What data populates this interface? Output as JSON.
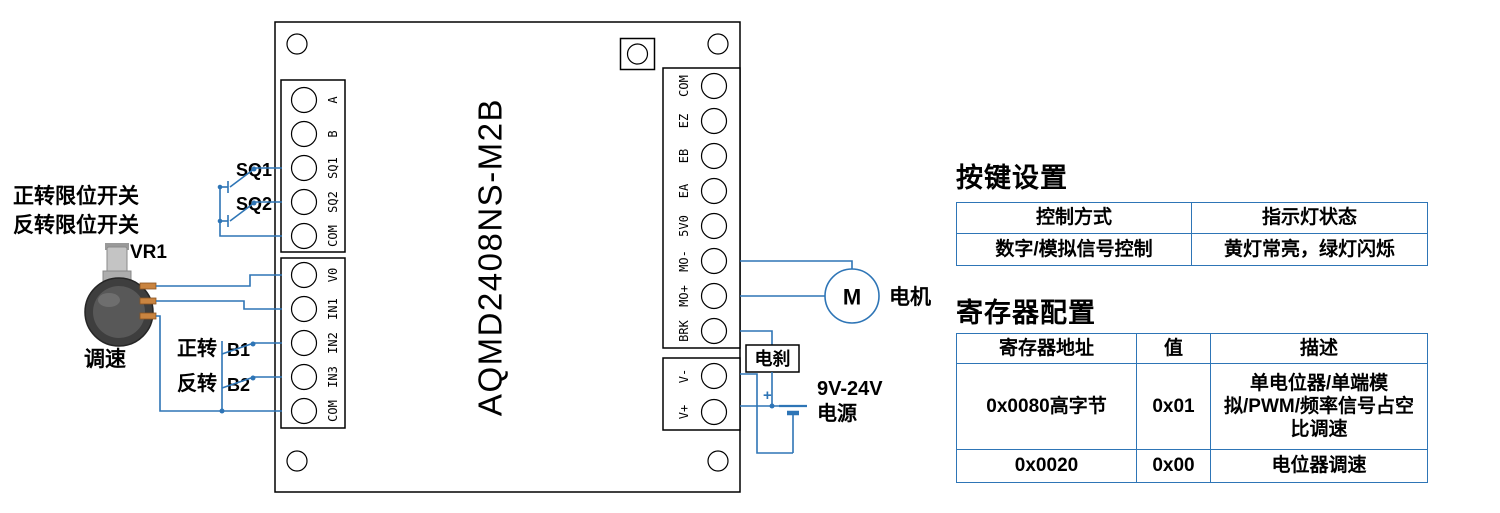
{
  "colors": {
    "accent": "#2e75b6",
    "ink": "#000000"
  },
  "board": {
    "model": "AQMD2408NS-M2B",
    "left_top_terminals": [
      "A",
      "B",
      "SQ1",
      "SQ2",
      "COM"
    ],
    "left_bottom_terminals": [
      "V0",
      "IN1",
      "IN2",
      "IN3",
      "COM"
    ],
    "right_top_terminals": [
      "COM",
      "EZ",
      "EB",
      "EA",
      "5V0",
      "MO-",
      "MO+",
      "BRK"
    ],
    "right_bottom_terminals": [
      "V-",
      "V+"
    ]
  },
  "left": {
    "forward_limit_label": "正转限位开关",
    "reverse_limit_label": "反转限位开关",
    "sq1_label": "SQ1",
    "sq2_label": "SQ2",
    "pot_label": "VR1",
    "speed_label": "调速",
    "forward_label": "正转",
    "b1_label": "B1",
    "reverse_label": "反转",
    "b2_label": "B2"
  },
  "right": {
    "motor_symbol": "M",
    "motor_label": "电机",
    "brake_label": "电刹",
    "battery_plus": "+",
    "power_line1": "9V-24V",
    "power_line2": "电源"
  },
  "tables": {
    "button": {
      "title": "按键设置",
      "headers": [
        "控制方式",
        "指示灯状态"
      ],
      "rows": [
        [
          "数字/模拟信号控制",
          "黄灯常亮，绿灯闪烁"
        ]
      ]
    },
    "register": {
      "title": "寄存器配置",
      "headers": [
        "寄存器地址",
        "值",
        "描述"
      ],
      "rows": [
        [
          "0x0080高字节",
          "0x01",
          "单电位器/单端模拟/PWM/频率信号占空比调速"
        ],
        [
          "0x0020",
          "0x00",
          "电位器调速"
        ]
      ]
    }
  }
}
